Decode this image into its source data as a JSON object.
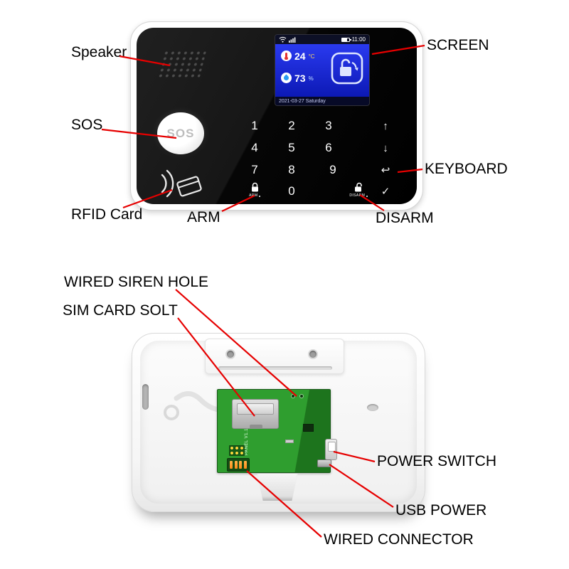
{
  "colors": {
    "callout_red": "#e60000",
    "screen_blue": "#2a3af0",
    "pcb_green": "#2f9e2f"
  },
  "front_labels": {
    "speaker": "Speaker",
    "sos": "SOS",
    "rfid": "RFID Card",
    "arm": "ARM",
    "disarm": "DISARM",
    "screen": "SCREEN",
    "keyboard": "KEYBOARD"
  },
  "back_labels": {
    "wired_siren_hole": "WIRED SIREN HOLE",
    "sim_card_slot": "SIM CARD SOLT",
    "power_switch": "POWER SWITCH",
    "usb_power": "USB POWER",
    "wired_connector": "WIRED CONNECTOR"
  },
  "device": {
    "sos_button": "SOS",
    "screen": {
      "time": "11:00",
      "temperature": "24",
      "temperature_unit": "°C",
      "humidity": "73",
      "humidity_unit": "%",
      "date_line": "2021-03-27 Saturday"
    },
    "keypad": {
      "d1": "1",
      "d2": "2",
      "d3": "3",
      "d4": "4",
      "d5": "5",
      "d6": "6",
      "d7": "7",
      "d8": "8",
      "d9": "9",
      "d0": "0",
      "up": "↑",
      "down": "↓",
      "back": "↩",
      "check": "✓",
      "arm_key": "ARM",
      "disarm_key": "DISARM"
    },
    "pcb_text": "PANEL V1.1"
  }
}
